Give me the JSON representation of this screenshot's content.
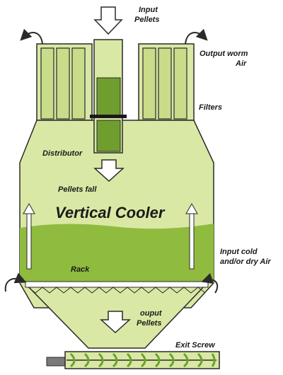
{
  "diagram": {
    "title": "Vertical Cooler",
    "labels": {
      "input_pellets_1": "Input",
      "input_pellets_2": "Pellets",
      "output_worm_air_1": "Output worm",
      "output_worm_air_2": "Air",
      "filters": "Filters",
      "distributor": "Distributor",
      "pellets_fall": "Pellets fall",
      "input_cold_air_1": "Input cold",
      "input_cold_air_2": "and/or dry Air",
      "rack": "Rack",
      "output_pellets_1": "ouput",
      "output_pellets_2": "Pellets",
      "exit_screw": "Exit Screw"
    },
    "colors": {
      "body_light": "#d9e8a4",
      "filter_fill": "#c9dc8a",
      "pellet_bed": "#8fbb3f",
      "distributor": "#6f9e2e",
      "outline": "#2a2a2a",
      "screw": "#6aa32a"
    }
  }
}
